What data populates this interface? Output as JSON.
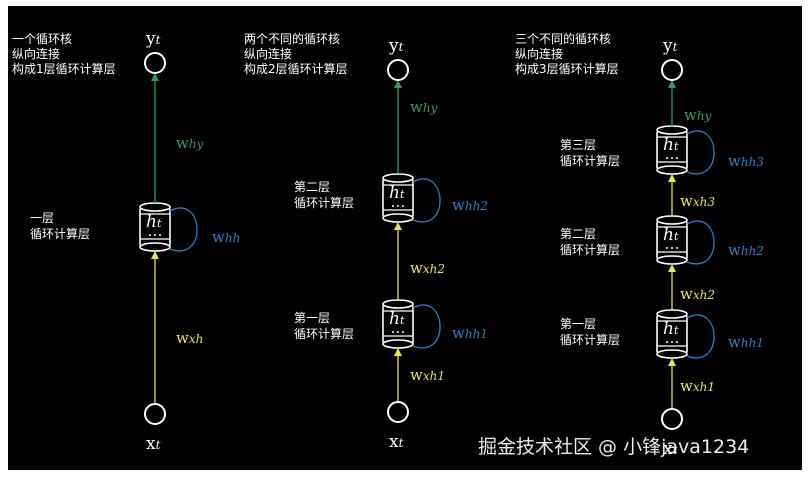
{
  "colors": {
    "background": "#000000",
    "yellow": "#e6e64a",
    "green": "#2e9e5b",
    "blue": "#2a7fc0",
    "node": "#ffffff"
  },
  "columns": [
    {
      "caption": [
        "一个循环核",
        "纵向连接",
        "构成1层循环计算层"
      ],
      "layers": [
        {
          "label": [
            "一层",
            "循环计算层"
          ],
          "whh": "hh"
        }
      ],
      "wxh": [
        "xh"
      ],
      "why": "hy"
    },
    {
      "caption": [
        "两个不同的循环核",
        "纵向连接",
        "构成2层循环计算层"
      ],
      "layers": [
        {
          "label": [
            "第一层",
            "循环计算层"
          ],
          "whh": "hh1"
        },
        {
          "label": [
            "第二层",
            "循环计算层"
          ],
          "whh": "hh2"
        }
      ],
      "wxh": [
        "xh1",
        "xh2"
      ],
      "why": "hy"
    },
    {
      "caption": [
        "三个不同的循环核",
        "纵向连接",
        "构成3层循环计算层"
      ],
      "layers": [
        {
          "label": [
            "第一层",
            "循环计算层"
          ],
          "whh": "hh1"
        },
        {
          "label": [
            "第二层",
            "循环计算层"
          ],
          "whh": "hh2"
        },
        {
          "label": [
            "第三层",
            "循环计算层"
          ],
          "whh": "hh3"
        }
      ],
      "wxh": [
        "xh1",
        "xh2",
        "xh3"
      ],
      "why": "hy"
    }
  ],
  "symbols": {
    "w": "w",
    "x": "x",
    "y": "y",
    "t": "t",
    "h": "h"
  },
  "watermark": "掘金技术社区 @ 小锋java1234"
}
